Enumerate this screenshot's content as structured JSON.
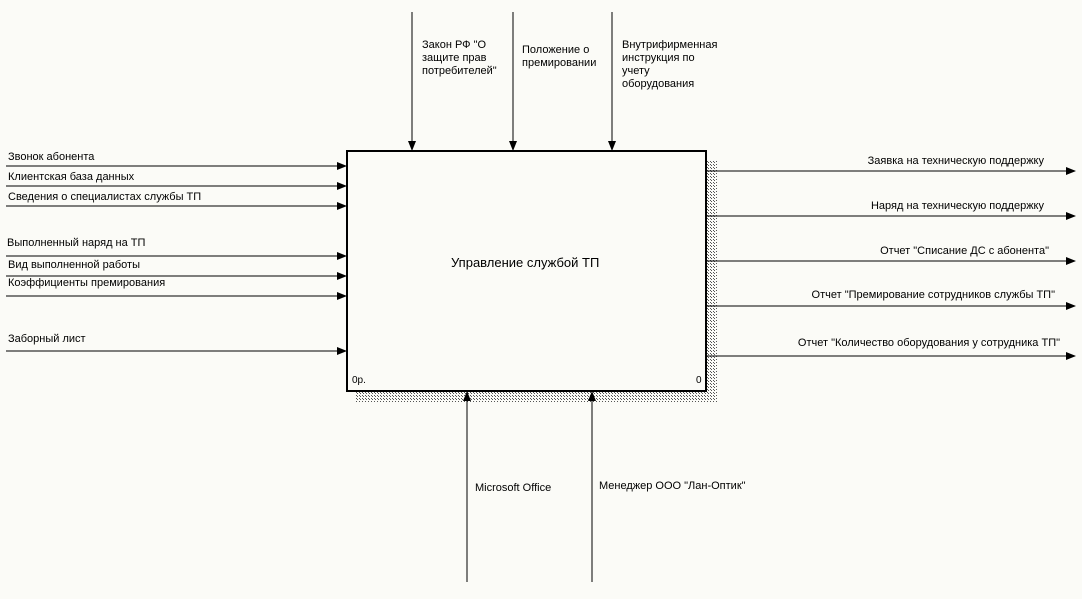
{
  "diagram": {
    "box": {
      "title": "Управление службой ТП",
      "node_number": "0р.",
      "cost": "0"
    },
    "controls": [
      "Закон РФ \"О защите прав потребителей\"",
      "Положение о премировании",
      "Внутрифирменная инструкция по учету оборудования"
    ],
    "inputs": [
      "Звонок абонента",
      "Клиентская база данных",
      "Сведения о специалистах службы ТП",
      "Выполненный наряд на ТП",
      "Вид выполненной работы",
      "Коэффициенты премирования",
      "Заборный лист"
    ],
    "outputs": [
      "Заявка на техническую поддержку",
      "Наряд на техническую поддержку",
      "Отчет \"Списание ДС с абонента\"",
      "Отчет \"Премирование сотрудников службы ТП\"",
      "Отчет \"Количество оборудования у сотрудника ТП\""
    ],
    "mechanisms": [
      "Microsoft Office",
      "Менеджер ООО \"Лан-Оптик\""
    ]
  }
}
